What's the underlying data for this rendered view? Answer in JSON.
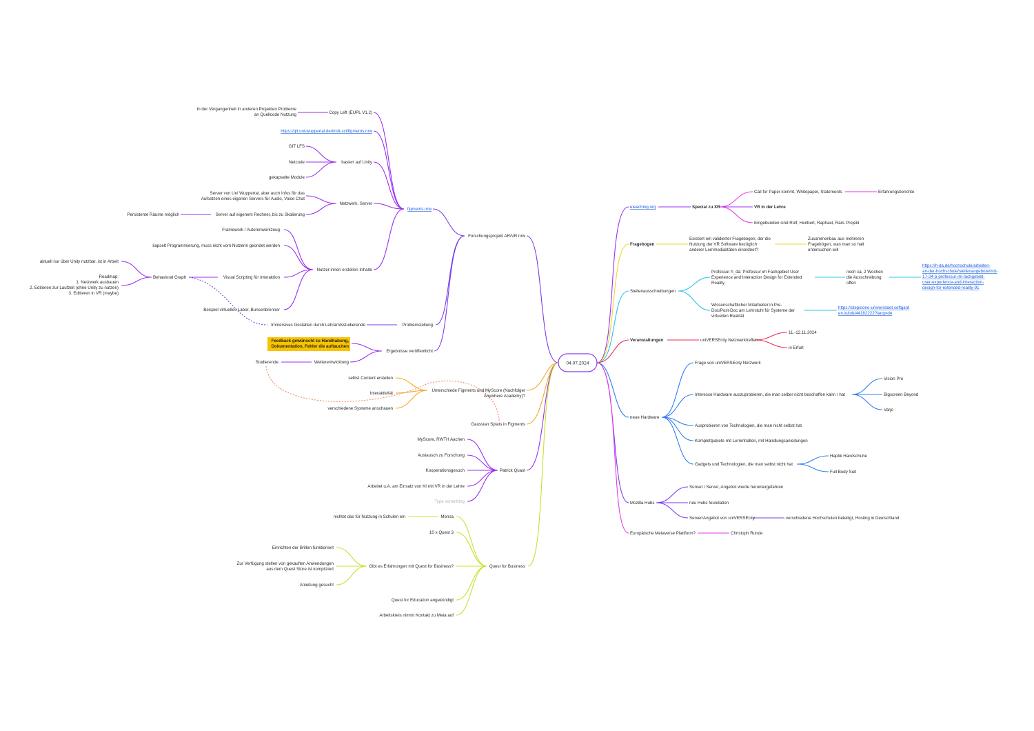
{
  "root": {
    "label": "04.07.2024"
  },
  "left": {
    "forschung": {
      "label_prefix": "Forschungsprojekt ",
      "label_bold": "AR/VR.nrw",
      "figments": {
        "label": "figments.nrw",
        "copyleft": "Copy Left (EUPL V1.2)",
        "copyleft_note": [
          "In der Vergangenheit in anderen Projekten Probleme",
          "an Quellcode Nutzung"
        ],
        "gitlab_link": "https://git.uni-wuppertal.de/tmdt-sci/figments.nrw",
        "unity": "basiert auf Unity",
        "unity_items": [
          "GIT LFS",
          "Netcode",
          "gekapselte Module"
        ],
        "netzwerk": "Netzwerk, Server",
        "netzwerk_items": [
          [
            "Server von Uni Wuppertal, aber auch Infos für das",
            "Aufsetzen eines eigenen Servers für Audio, Voice Chat"
          ],
          [
            "Server auf eigenem Rechner, bis zu Skalierung"
          ]
        ],
        "persistente": "Persistente Räume möglich",
        "nutzer": "Nutzer:innen erstellen Inhalte",
        "nutzer_items": [
          "Framework / Autorenwerkzeug",
          "kapselt Programmierung, muss nicht vom Nutzerin geondet werden",
          "Visual Scripting für Interaktion",
          "Beispiel virtuelles Labor, Bunsenbrenner"
        ],
        "behavioral": "Behavioral Graph",
        "behavioral_items": [
          "aktuell nur über Unity nutzbar, ist in Arbeit",
          "Roadmap:",
          "1. Netzwerk ausbauen",
          "2. Editieren zur Laufzeit (ohne Unity zu nutzen)",
          "3. Editieren in VR (maybe)"
        ]
      },
      "problem": "Problemstellung",
      "problem_item": "Immersives Gestalten durch Lehramtsstudierende",
      "ergebnisse": "Ergebnisse veröffentlicht",
      "feedback": [
        "Feedback gewünscht zu Handhabung,",
        "Dokumentation, Fehler die auftauchen"
      ],
      "weiter": "Weiterentwicklung",
      "studierende": "Studierende"
    },
    "unterschiede": {
      "label": [
        "Unterschiede Figments und MyScore (Nachfolger",
        "Anywhere Academy)?"
      ],
      "items": [
        "selbst Content erstellen",
        "Interaktivität",
        "verschiedene Systeme anschauen"
      ]
    },
    "gaussian": "Gaussian Splats in Figments",
    "patrick": {
      "label": "Patrick Quast",
      "items": [
        "MyScore, RWTH Aachen",
        "Austausch zu Forschung",
        "Kooperationsgesuch",
        "Arbeitet u.A. am Einsatz von KI mit VR in der Lehre",
        "Type something"
      ]
    },
    "quest": {
      "label": "Quest for Business",
      "mensa": "Mensa",
      "mensa_note": "nichtet das für Nutzung in Schulen ein",
      "quest3": "10 x Quest 3",
      "erfahrungen": "Gibt es Erfahrungen mit Quest for Business?",
      "erfahrungen_items": [
        [
          "Einrichten der Brillen funktioniert"
        ],
        [
          "Zur Verfügung stellen von gekauften Anwendungen",
          "aus dem Quest Store ist kompliziert"
        ],
        [
          "Anleitung gesucht"
        ]
      ],
      "education": "Quest for Education angekündigt",
      "arbeitskreis": "Arbeitskreis nimmt Kontakt zu Meta auf"
    }
  },
  "right": {
    "eteaching": {
      "label": "eteaching.org",
      "special": "Special zu XR",
      "items": [
        "Call for Paper kommt, Whitepaper, Statements",
        "VR in der Lehre",
        "Eingebunden sind Rolf, Heribert, Raphael, Rails Projekt"
      ],
      "erfahrungsberichte": "Erfahrungsberichte"
    },
    "fragebogen": {
      "label": "Fragebogen",
      "item": [
        "Existiert ein validierter Fragebogen, der die",
        "Nutzung der VR Software bezüglich",
        "anderer Lernmedialitäten einordnet?"
      ],
      "sub": [
        "Zusammenbau aus mehreren",
        "Fragebögen, was man so halt",
        "untersuchen will"
      ]
    },
    "stellen": {
      "label": "Stellenausschreibungen",
      "prof": [
        "Professur h_da: Professur im Fachgebiet User",
        "Experience and Interaction Design for Extended",
        "Reality"
      ],
      "prof_note": [
        "noch ca. 2 Wochen",
        "die Ausschreibung",
        "offen"
      ],
      "prof_link": [
        "https://h-da.de/hochschule/arbeiten-",
        "an-der-hochschule/stellenangebote/md-",
        "17-24-p-professur-im-fachgebiet-",
        "user-experience-and-interaction-",
        "design-for-extended-reality-91"
      ],
      "wiss": [
        "Wissenschaftlicher Mitarbeiter:in Pre-",
        "Doc/Post-Doc am Lehrstuhl für Systeme der",
        "virtuellen Realität"
      ],
      "wiss_link": [
        "https://stepstone-universitaet.softgard",
        "en.io/job/44182222?lang=de"
      ]
    },
    "veranstaltungen": {
      "label": "Veranstaltungen",
      "item": "uniVERSEcity Netzwerktreffen",
      "items": [
        "11.-12.11.2024",
        "in Erfurt"
      ]
    },
    "hardware": {
      "label": "neue Hardware",
      "items": [
        "Frage von uniVERSEcity Netzwerk",
        "Interesse Hardware auszuprobieren, die man selber nicht beschaffen kann / hat",
        "Ausprobieren von Technologien, die man nicht selbst hat",
        "Komplettpakete mit Lerninhalten, mit Handlungsanleitungen",
        "Gadgets und Technologien, die man selbst nicht hat"
      ],
      "interesse_items": [
        "Vision Pro",
        "Bigscreen Beyond",
        "Varjo"
      ],
      "gadget_items": [
        "Haptik Handschuhe",
        "Full Body Suit"
      ]
    },
    "mozilla": {
      "label": "Mozilla Hubs",
      "items": [
        "Sunset / Server, Angebot wurde heruntergefahren",
        "neu Hubs foundation",
        "Server/Angebot von uniVERSEcity"
      ],
      "server_note": "verschiedene Hochschulen beteiligt, Hosting in Deutschland"
    },
    "metaverse": {
      "label": "Europäische Metaverse Plattform?",
      "item": "Christoph Runde"
    }
  },
  "colors": {
    "purple": "#9a2ff0",
    "violet": "#7a3ce8",
    "magenta": "#e639e6",
    "yellow": "#f0d52a",
    "cyan": "#28c4ea",
    "red": "#ee2a55",
    "blue": "#2d7df2",
    "orange": "#f6a623",
    "lime": "#c8e02a",
    "dotted": "#f08866",
    "highlight": "#f8c300"
  }
}
